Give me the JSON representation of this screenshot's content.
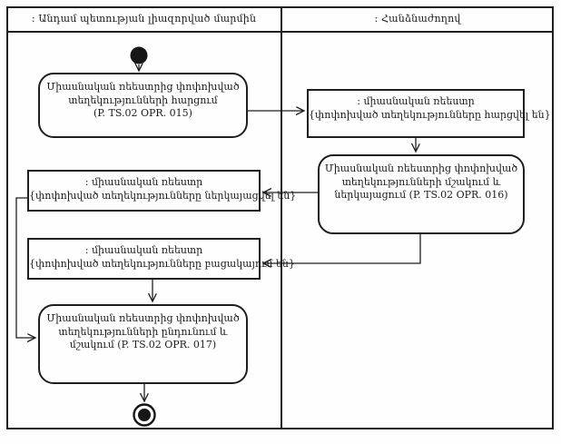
{
  "diagram": {
    "kind": "uml-activity-diagram-with-swimlanes",
    "lanes": {
      "left": {
        "title": ": Անդամ պետության լիազորված մարմին"
      },
      "right": {
        "title": ": Հանձնաժողով"
      }
    },
    "nodes": {
      "initial": {
        "type": "initial-node",
        "lane": "left"
      },
      "action1": {
        "type": "action",
        "lane": "left",
        "lines": [
          "Միասնական ռեեստրից փոփոխված",
          "տեղեկությունների հարցում",
          "(P. TS.02 OPR. 015)"
        ]
      },
      "object1": {
        "type": "object",
        "lane": "right",
        "name": ": միասնական ռեեստր",
        "state": "{փոփոխված տեղեկությունները հարցվել են}"
      },
      "action2": {
        "type": "action",
        "lane": "right",
        "lines": [
          "Միասնական ռեեստրից փոփոխված",
          "տեղեկությունների մշակում և",
          "ներկայացում (P. TS.02 OPR. 016)"
        ]
      },
      "object2": {
        "type": "object",
        "lane": "left",
        "name": ": միասնական ռեեստր",
        "state": "{փոփոխված տեղեկությունները ներկայացվել են}"
      },
      "object3": {
        "type": "object",
        "lane": "left",
        "name": ": միասնական ռեեստր",
        "state": "{փոփոխված տեղեկությունները բացակայում են}"
      },
      "action3": {
        "type": "action",
        "lane": "left",
        "lines": [
          "Միասնական ռեեստրից փոփոխված",
          "տեղեկությունների ընդունում և",
          "մշակում (P. TS.02 OPR. 017)"
        ]
      },
      "final": {
        "type": "final-node",
        "lane": "left"
      }
    },
    "edges": [
      {
        "from": "initial",
        "to": "action1"
      },
      {
        "from": "action1",
        "to": "object1"
      },
      {
        "from": "object1",
        "to": "action2"
      },
      {
        "from": "action2",
        "to": "object2"
      },
      {
        "from": "action2",
        "to": "object3"
      },
      {
        "from": "object2",
        "to": "action3"
      },
      {
        "from": "object3",
        "to": "action3"
      },
      {
        "from": "action3",
        "to": "final"
      }
    ],
    "colors": {
      "line": "#1f1f1f",
      "background": "#fefefe"
    }
  }
}
